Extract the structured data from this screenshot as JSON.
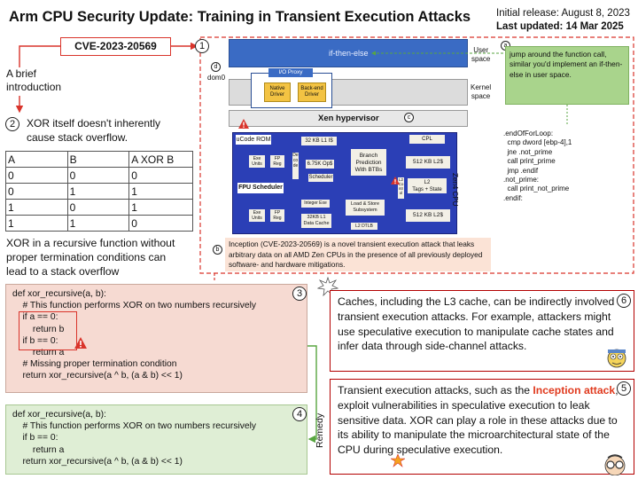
{
  "header": {
    "title": "Arm CPU Security Update:  Training in Transient Execution Attacks",
    "initial_release": "Initial release: August 8, 2023",
    "last_updated": "Last updated: 14 Mar 2025"
  },
  "cve": {
    "label": "CVE-2023-20569"
  },
  "intro": {
    "text_line1": "A brief",
    "text_line2": "introduction"
  },
  "markers": {
    "m1": "1",
    "m2": "2",
    "m3": "3",
    "m4": "4",
    "m5": "5",
    "m6": "6",
    "a": "a",
    "b": "b",
    "c": "c",
    "d": "d"
  },
  "xor_note": {
    "line1": "XOR itself doesn't inherently",
    "line2": "cause stack overflow."
  },
  "truth_table": {
    "headers": [
      "A",
      "B",
      "A XOR B"
    ],
    "rows": [
      [
        "0",
        "0",
        "0"
      ],
      [
        "0",
        "1",
        "1"
      ],
      [
        "1",
        "0",
        "1"
      ],
      [
        "1",
        "1",
        "0"
      ]
    ]
  },
  "recursive_note": {
    "line1": "XOR in a recursive function without",
    "line2": "proper termination conditions can",
    "line3": "lead to a stack overflow"
  },
  "code_bad": {
    "lines": [
      "def xor_recursive(a, b):",
      "    # This function performs XOR on two numbers recursively",
      "    if a == 0:",
      "        return b",
      "    if b == 0:",
      "        return a",
      "    # Missing proper termination condition",
      "    return xor_recursive(a ^ b, (a & b) << 1)"
    ]
  },
  "remedy": {
    "label": "Remedy"
  },
  "code_good": {
    "lines": [
      "def xor_recursive(a, b):",
      "    # This function performs XOR on two numbers recursively",
      "    if b == 0:",
      "        return a",
      "    return xor_recursive(a ^ b, (a & b) << 1)"
    ]
  },
  "diagram": {
    "if_then_else": "if-then-else",
    "user_space_1": "User",
    "user_space_2": "space",
    "kernel_space_1": "Kernel",
    "kernel_space_2": "space",
    "dom0": "dom0",
    "io_proxy": "I/O Proxy",
    "native_driver_1": "Native",
    "native_driver_2": "Driver",
    "backend_driver_1": "Back-end",
    "backend_driver_2": "Driver",
    "xen": "Xen hypervisor",
    "zen4": "Zen4 CPU",
    "chip": {
      "ucode_rom": "uCode ROM",
      "l1i": "32 KB L1 I$",
      "op_cache": "6.75K Op$",
      "scheduler": "Scheduler",
      "decode": "Decode",
      "branch_1": "Branch",
      "branch_2": "Prediction",
      "branch_3": "With BTBs",
      "cpl": "CPL",
      "l2_top": "512 KB L2$",
      "l2_mid_1": "L2",
      "l2_mid_2": "Tags + State",
      "l2_ctrl": "L2 Control",
      "l2_bot": "512 KB L2$",
      "fpu_sched": "FPU Scheduler",
      "exe_units_1": "Exe",
      "exe_units_2": "Units",
      "fp_reg_1": "FP",
      "fp_reg_2": "Reg",
      "int_exe": "Integer Exe",
      "l1d_1": "32KB L1",
      "l1d_2": "Data Cache",
      "load_store_1": "Load & Store",
      "load_store_2": "Subsystem",
      "l2_dtlb": "L2 DTLB"
    },
    "callout_a": "jump around the function call, similar you'd implement an if-then-else in user space.",
    "asm_lines": [
      ".endOfForLoop:",
      "  cmp dword [ebp-4],1",
      "  jne .not_prime",
      "  call print_prime",
      "  jmp .endif",
      ".not_prime:",
      "  call print_not_prime",
      ".endif:"
    ],
    "callout_b": "Inception (CVE-2023-20569) is a novel transient execution attack that leaks arbitrary data on all AMD Zen CPUs in the presence of all previously deployed software- and hardware mitigations."
  },
  "box6": {
    "text": "Caches, including the L3 cache, can be indirectly involved in transient execution attacks. For example, attackers might use speculative execution to manipulate cache states and infer data through side-channel attacks."
  },
  "box5": {
    "part1": "Transient execution attacks, such as the ",
    "highlight": "Inception attack",
    "part2": ", exploit vulnerabilities in speculative execution to leak sensitive data. XOR can play a role in these attacks due to its ability to manipulate the microarchitectural state of the CPU during speculative execution."
  },
  "colors": {
    "red": "#d9342b",
    "dark_red": "#b30000",
    "blue_bar": "#3a6bc4",
    "green_callout": "#a9d48c",
    "peach": "#fbe3d6",
    "code_bad_bg": "#f6dad2",
    "code_good_bg": "#dfeed5",
    "gold": "#f3c343"
  }
}
